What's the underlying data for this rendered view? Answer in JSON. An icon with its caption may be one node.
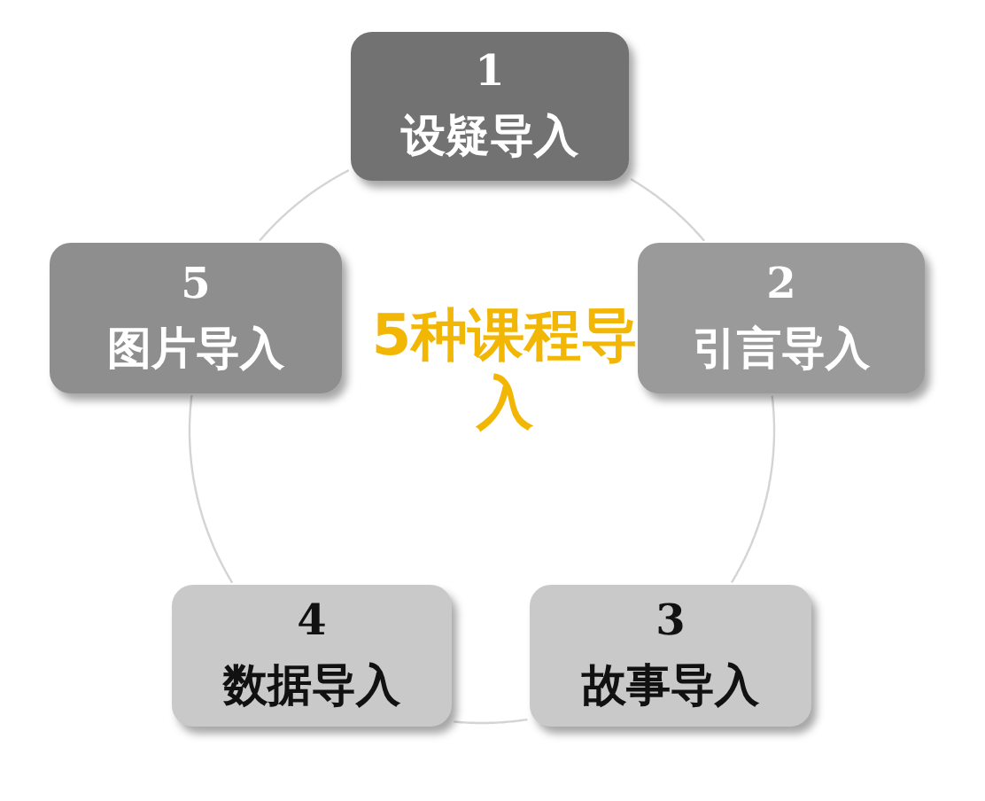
{
  "diagram": {
    "nodes": [
      {
        "text": [
          "1",
          "设疑导入"
        ]
      },
      {
        "text": [
          "5",
          "图片导入"
        ]
      },
      {
        "text": [
          "2",
          "引言导入"
        ]
      },
      {
        "text": [
          "4",
          "数据导入"
        ]
      },
      {
        "text": [
          "3",
          "故事导入"
        ]
      }
    ],
    "edges": [
      {
        "from": 0,
        "to": 2,
        "arrow": "none"
      },
      {
        "from": 2,
        "to": 4,
        "arrow": "none"
      },
      {
        "from": 4,
        "to": 3,
        "arrow": "none"
      },
      {
        "from": 3,
        "to": 1,
        "arrow": "none"
      },
      {
        "from": 1,
        "to": 0,
        "arrow": "none"
      }
    ],
    "labels": [
      "5种课程导入"
    ]
  }
}
